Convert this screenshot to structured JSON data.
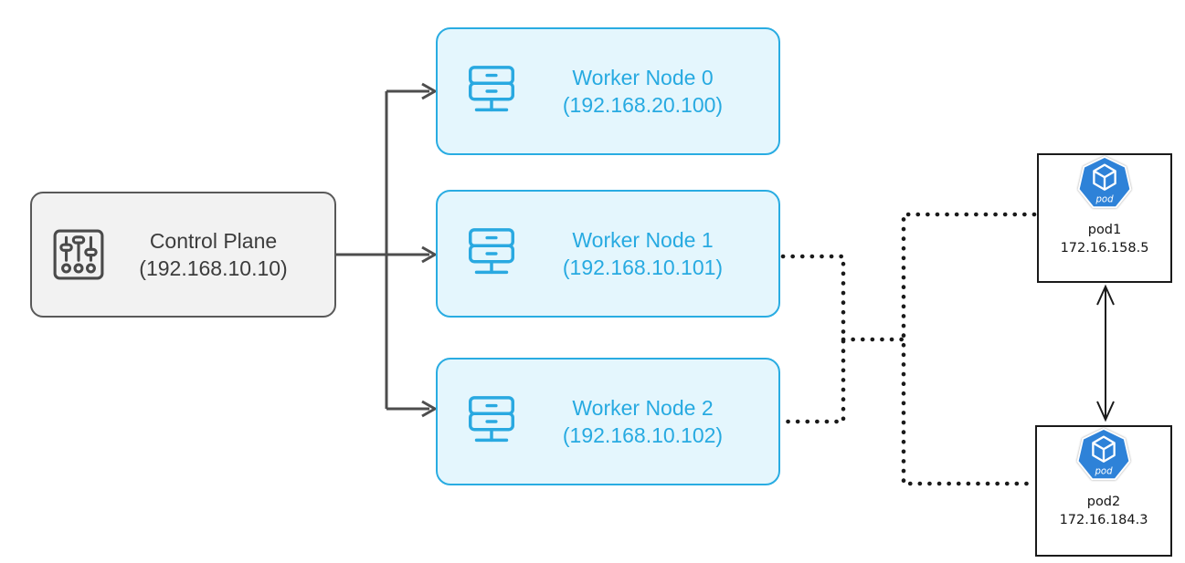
{
  "control_plane": {
    "label": "Control Plane",
    "ip": "(192.168.10.10)"
  },
  "workers": [
    {
      "label": "Worker Node 0",
      "ip": "(192.168.20.100)"
    },
    {
      "label": "Worker Node 1",
      "ip": "(192.168.10.101)"
    },
    {
      "label": "Worker Node 2",
      "ip": "(192.168.10.102)"
    }
  ],
  "pods": [
    {
      "label": "pod1",
      "ip": "172.16.158.5",
      "icon_text": "pod"
    },
    {
      "label": "pod2",
      "ip": "172.16.184.3",
      "icon_text": "pod"
    }
  ],
  "colors": {
    "worker_fill": "#e4f6fd",
    "worker_stroke": "#29ace2",
    "worker_text": "#27aae1",
    "control_fill": "#f2f2f2",
    "control_stroke": "#595959",
    "control_text": "#3c3c3c",
    "pod_box_stroke": "#1a1a1a",
    "pod_icon_blue": "#2e82d8",
    "solid_connector": "#4d4d4d",
    "dotted_connector": "#1a1a1a"
  }
}
